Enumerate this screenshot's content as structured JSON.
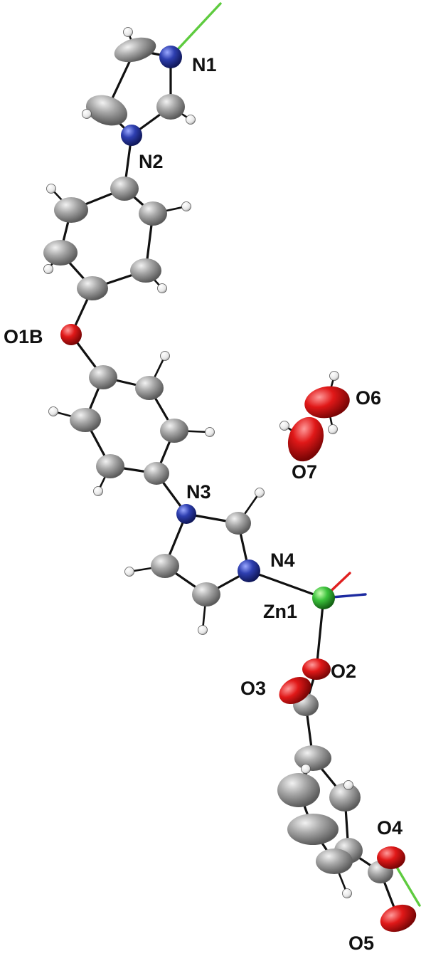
{
  "molecule": {
    "labels": {
      "N1": "N1",
      "N2": "N2",
      "O1B": "O1B",
      "O6": "O6",
      "O7": "O7",
      "N3": "N3",
      "N4": "N4",
      "Zn1": "Zn1",
      "O2": "O2",
      "O3": "O3",
      "O4": "O4",
      "O5": "O5"
    },
    "colors": {
      "carbon": "#9a9a9a",
      "nitrogen": "#2e3fb0",
      "oxygen": "#e01818",
      "zinc": "#3cc23c",
      "hydrogen": "#ffffff",
      "bond": "#111111",
      "ext_green": "#5ecb3f",
      "ext_red": "#e02020",
      "ext_blue": "#1c2aa0"
    }
  }
}
